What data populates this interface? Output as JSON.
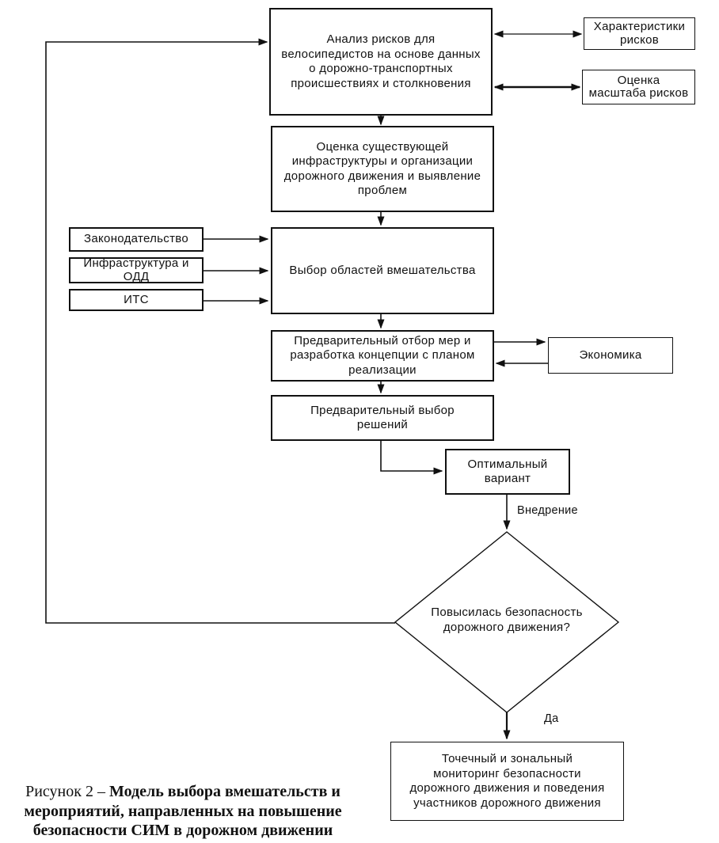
{
  "figure": {
    "caption_prefix": "Рисунок 2 – ",
    "caption_bold": "Модель выбора вмешательств и мероприятий, направленных на повышение безопасности СИМ в дорожном движении"
  },
  "nodes": {
    "analysis": {
      "lines": [
        "Анализ рисков для",
        "велосипедистов на основе данных",
        "о дорожно-транспортных",
        "происшествиях и столкновения"
      ]
    },
    "risk_characteristics": {
      "lines": [
        "Характеристики",
        "рисков"
      ]
    },
    "risk_scale": {
      "lines": [
        "Оценка",
        "масштаба рисков"
      ]
    },
    "infrastructure_assessment": {
      "lines": [
        "Оценка существующей",
        "инфраструктуры и организации",
        "дорожного движения и выявление",
        "проблем"
      ]
    },
    "legislation": {
      "lines": [
        "Законодательство"
      ]
    },
    "infrastructure_odd": {
      "lines": [
        "Инфраструктура и",
        "ОДД"
      ]
    },
    "its": {
      "lines": [
        "ИТС"
      ]
    },
    "intervention_areas": {
      "lines": [
        "Выбор областей вмешательства"
      ]
    },
    "preliminary_measures": {
      "lines": [
        "Предварительный отбор мер и",
        "разработка концепции с планом",
        "реализации"
      ]
    },
    "economics": {
      "lines": [
        "Экономика"
      ]
    },
    "preliminary_solutions": {
      "lines": [
        "Предварительный выбор",
        "решений"
      ]
    },
    "optimal_option": {
      "lines": [
        "Оптимальный",
        "вариант"
      ]
    },
    "decision_safety": {
      "lines": [
        "Повысилась безопасность",
        "дорожного движения?"
      ]
    },
    "monitoring": {
      "lines": [
        "Точечный и зональный",
        "мониторинг безопасности",
        "дорожного движения и поведения",
        "участников дорожного движения"
      ]
    }
  },
  "edge_labels": {
    "implementation": "Внедрение",
    "yes": "Да"
  },
  "colors": {
    "background": "#ffffff",
    "line": "#111111",
    "box_border": "#111111",
    "box_fill": "#ffffff",
    "text": "#111111"
  }
}
